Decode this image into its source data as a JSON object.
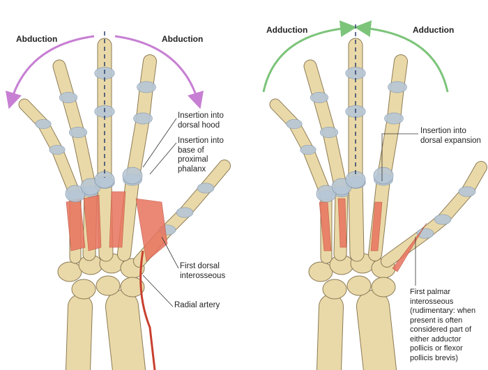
{
  "left_panel": {
    "arrow_left_label": "Abduction",
    "arrow_right_label": "Abduction",
    "labels": {
      "dorsal_hood": "Insertion into\ndorsal hood",
      "proximal_phalanx": "Insertion into\nbase of\nproximal\nphalanx",
      "first_dorsal": "First dorsal\ninterosseous",
      "radial_artery": "Radial artery"
    },
    "arrow_color": "#c77fd3"
  },
  "right_panel": {
    "arrow_left_label": "Adduction",
    "arrow_right_label": "Adduction",
    "labels": {
      "dorsal_expansion": "Insertion into\ndorsal expansion",
      "first_palmar": "First palmar\ninterosseous\n(rudimentary: when\npresent is often\nconsidered part of\neither adductor\npollicis or flexor\npollicis brevis)"
    },
    "arrow_color": "#7cc47a"
  },
  "colors": {
    "bone": "#ead9a8",
    "bone_outline": "#8a7a55",
    "joint": "#b7c7d6",
    "muscle": "#e8735e",
    "artery": "#c8402f",
    "dashed_axis": "#2b3e6b"
  }
}
